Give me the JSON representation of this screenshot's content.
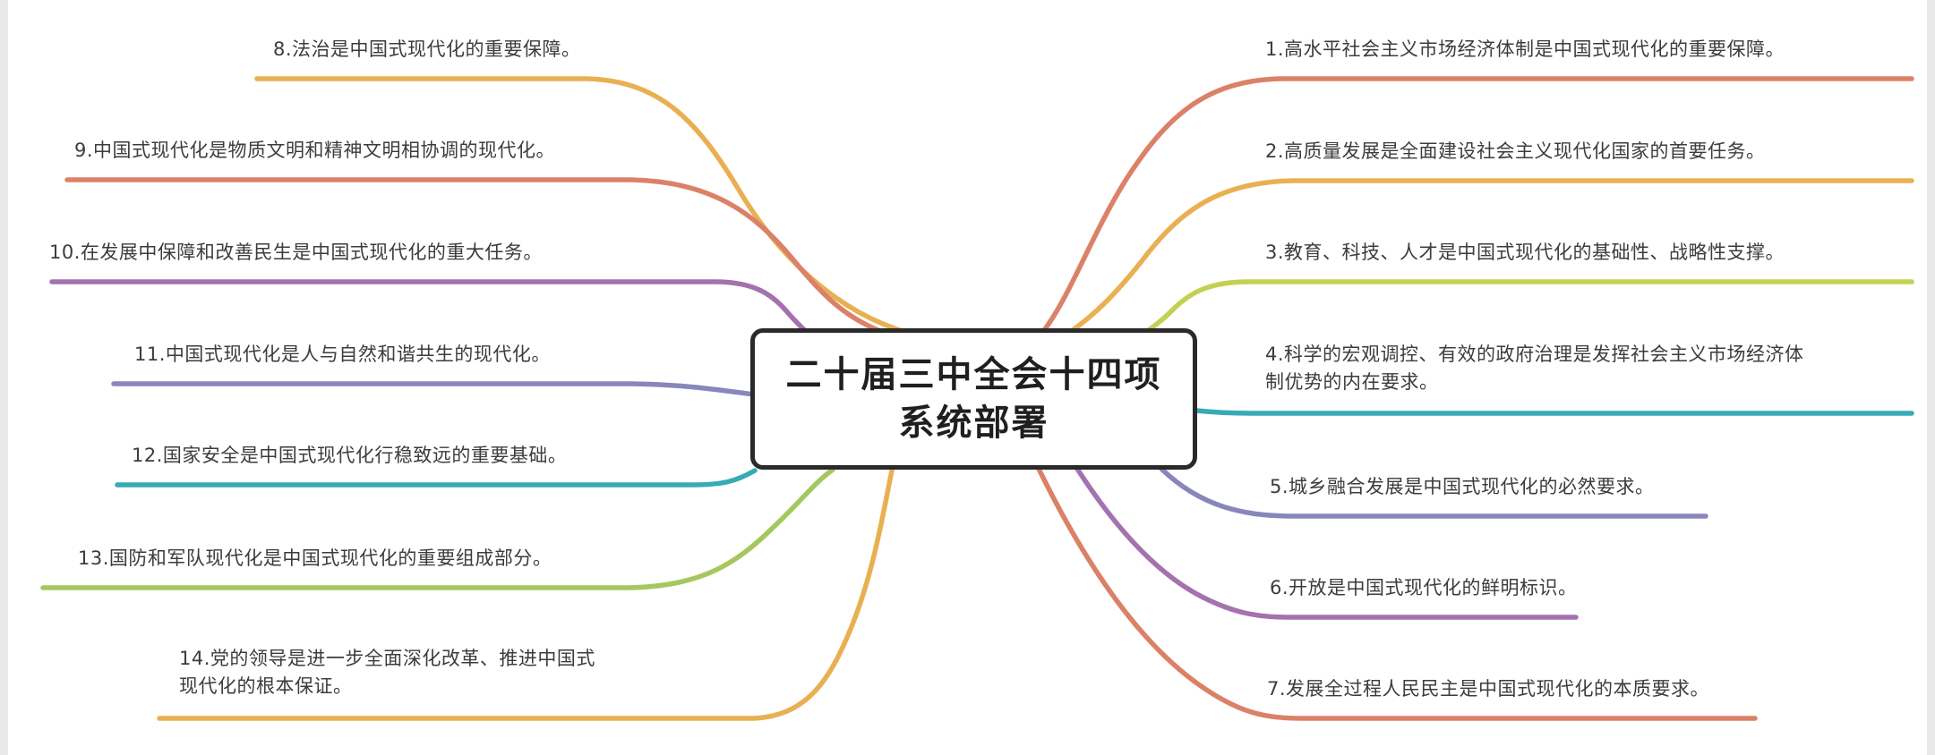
{
  "central_node": {
    "line1": "二十届三中全会十四项",
    "line2": "系统部署",
    "border_color": "#2a2a2a",
    "text_color": "#1f1f1f"
  },
  "branches": [
    {
      "id": "1",
      "side": "right",
      "label": "1.高水平社会主义市场经济体制是中国式现代化的重要保障。",
      "color": "#db8168"
    },
    {
      "id": "2",
      "side": "right",
      "label": "2.高质量发展是全面建设社会主义现代化国家的首要任务。",
      "color": "#e9b052"
    },
    {
      "id": "3",
      "side": "right",
      "label": "3.教育、科技、人才是中国式现代化的基础性、战略性支撑。",
      "color": "#c3d052"
    },
    {
      "id": "4",
      "side": "right",
      "label": "4.科学的宏观调控、有效的政府治理是发挥社会主义市场经济体制优势的内在要求。",
      "color": "#35abb5"
    },
    {
      "id": "5",
      "side": "right",
      "label": "5.城乡融合发展是中国式现代化的必然要求。",
      "color": "#8886bc"
    },
    {
      "id": "6",
      "side": "right",
      "label": "6.开放是中国式现代化的鲜明标识。",
      "color": "#a472ae"
    },
    {
      "id": "7",
      "side": "right",
      "label": "7.发展全过程人民民主是中国式现代化的本质要求。",
      "color": "#db8168"
    },
    {
      "id": "8",
      "side": "left",
      "label": "8.法治是中国式现代化的重要保障。",
      "color": "#e9b052"
    },
    {
      "id": "9",
      "side": "left",
      "label": "9.中国式现代化是物质文明和精神文明相协调的现代化。",
      "color": "#db8168"
    },
    {
      "id": "10",
      "side": "left",
      "label": "10.在发展中保障和改善民生是中国式现代化的重大任务。",
      "color": "#a472ae"
    },
    {
      "id": "11",
      "side": "left",
      "label": "11.中国式现代化是人与自然和谐共生的现代化。",
      "color": "#8886bc"
    },
    {
      "id": "12",
      "side": "left",
      "label": "12.国家安全是中国式现代化行稳致远的重要基础。",
      "color": "#35abb5"
    },
    {
      "id": "13",
      "side": "left",
      "label": "13.国防和军队现代化是中国式现代化的重要组成部分。",
      "color": "#a6c75f"
    },
    {
      "id": "14",
      "side": "left",
      "label": "14.党的领导是进一步全面深化改革、推进中国式现代化的根本保证。",
      "color": "#e9b052"
    }
  ]
}
